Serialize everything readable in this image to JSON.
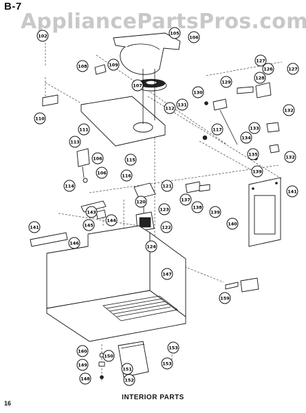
{
  "header": {
    "section_id": "B-7",
    "watermark": "AppliancePartsPros.com"
  },
  "footer": {
    "caption": "INTERIOR PARTS",
    "page_number": "16"
  },
  "callouts": [
    {
      "id": "c102",
      "label": "102"
    },
    {
      "id": "c105",
      "label": "105"
    },
    {
      "id": "c106a",
      "label": "106"
    },
    {
      "id": "c108",
      "label": "108"
    },
    {
      "id": "c109",
      "label": "109"
    },
    {
      "id": "c107",
      "label": "107"
    },
    {
      "id": "c112",
      "label": "112"
    },
    {
      "id": "c110",
      "label": "110"
    },
    {
      "id": "c111",
      "label": "111"
    },
    {
      "id": "c113",
      "label": "113"
    },
    {
      "id": "c106b",
      "label": "106"
    },
    {
      "id": "c106c",
      "label": "106"
    },
    {
      "id": "c114",
      "label": "114"
    },
    {
      "id": "c115",
      "label": "115"
    },
    {
      "id": "c116",
      "label": "116"
    },
    {
      "id": "c117",
      "label": "117"
    },
    {
      "id": "c127a",
      "label": "127"
    },
    {
      "id": "c126",
      "label": "126"
    },
    {
      "id": "c127b",
      "label": "127"
    },
    {
      "id": "c129",
      "label": "129"
    },
    {
      "id": "c128",
      "label": "128"
    },
    {
      "id": "c130",
      "label": "130"
    },
    {
      "id": "c131",
      "label": "131"
    },
    {
      "id": "c132a",
      "label": "132"
    },
    {
      "id": "c133",
      "label": "133"
    },
    {
      "id": "c134",
      "label": "134"
    },
    {
      "id": "c135",
      "label": "135"
    },
    {
      "id": "c132b",
      "label": "132"
    },
    {
      "id": "c139a",
      "label": "139"
    },
    {
      "id": "c121",
      "label": "121"
    },
    {
      "id": "c120",
      "label": "120"
    },
    {
      "id": "c123",
      "label": "123"
    },
    {
      "id": "c122",
      "label": "122"
    },
    {
      "id": "c124",
      "label": "124"
    },
    {
      "id": "c137",
      "label": "137"
    },
    {
      "id": "c138",
      "label": "138"
    },
    {
      "id": "c139b",
      "label": "139"
    },
    {
      "id": "c141a",
      "label": "141"
    },
    {
      "id": "c140",
      "label": "140"
    },
    {
      "id": "c143",
      "label": "143"
    },
    {
      "id": "c145",
      "label": "145"
    },
    {
      "id": "c144",
      "label": "144"
    },
    {
      "id": "c141b",
      "label": "141"
    },
    {
      "id": "c146",
      "label": "146"
    },
    {
      "id": "c147",
      "label": "147"
    },
    {
      "id": "c160",
      "label": "160"
    },
    {
      "id": "c159",
      "label": "159"
    },
    {
      "id": "c150",
      "label": "150"
    },
    {
      "id": "c149",
      "label": "149"
    },
    {
      "id": "c148",
      "label": "148"
    },
    {
      "id": "c151",
      "label": "151"
    },
    {
      "id": "c152",
      "label": "152"
    },
    {
      "id": "c153a",
      "label": "153"
    },
    {
      "id": "c153b",
      "label": "153"
    }
  ]
}
